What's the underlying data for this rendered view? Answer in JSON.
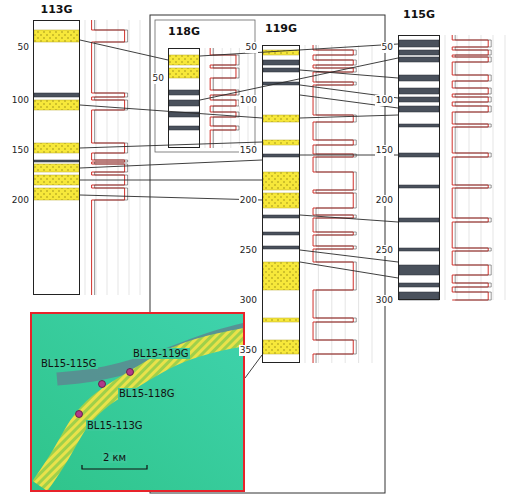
{
  "diagram": {
    "nodes": [
      {
        "text": [
          "113G"
        ]
      },
      {
        "text": [
          "118G"
        ]
      },
      {
        "text": [
          "119G"
        ]
      },
      {
        "text": [
          "115G"
        ]
      },
      {
        "text": [
          "BL15-115G",
          "BL15-119G",
          "BL15-118G",
          "BL15-113G",
          "2 км"
        ]
      }
    ],
    "edges": [
      {
        "from": 0,
        "to": 1,
        "arrow": "none"
      },
      {
        "from": 0,
        "to": 2,
        "arrow": "none"
      },
      {
        "from": 0,
        "to": 2,
        "arrow": "none"
      },
      {
        "from": 0,
        "to": 2,
        "arrow": "none"
      },
      {
        "from": 0,
        "to": 2,
        "arrow": "none"
      },
      {
        "from": 0,
        "to": 2,
        "arrow": "none"
      },
      {
        "from": 1,
        "to": 3,
        "arrow": "none"
      },
      {
        "from": 1,
        "to": 3,
        "arrow": "none"
      },
      {
        "from": 2,
        "to": 3,
        "arrow": "none"
      },
      {
        "from": 2,
        "to": 3,
        "arrow": "none"
      },
      {
        "from": 2,
        "to": 3,
        "arrow": "none"
      },
      {
        "from": 2,
        "to": 3,
        "arrow": "none"
      },
      {
        "from": 2,
        "to": 3,
        "arrow": "none"
      },
      {
        "from": 2,
        "to": 3,
        "arrow": "none"
      },
      {
        "from": 2,
        "to": 3,
        "arrow": "none"
      },
      {
        "from": 2,
        "to": 3,
        "arrow": "none"
      },
      {
        "from": 4,
        "to": 2,
        "arrow": "none"
      }
    ],
    "labels": [
      "50",
      "100",
      "150",
      "200",
      "50",
      "50",
      "100",
      "150",
      "200",
      "250",
      "300",
      "350",
      "50",
      "100",
      "150",
      "200",
      "250",
      "300"
    ]
  }
}
